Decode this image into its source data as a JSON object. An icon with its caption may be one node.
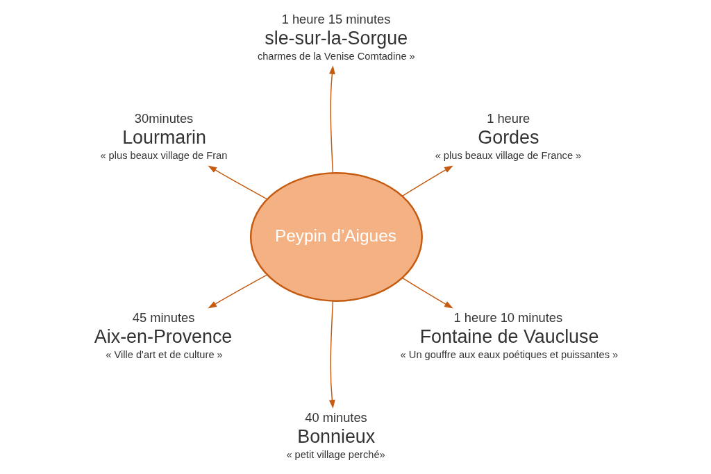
{
  "diagram": {
    "nodes": [
      {
        "text": [
          "Peypin d’Aigues"
        ]
      },
      {
        "text": [
          "1 heure",
          "Gordes",
          "« plus beaux village de France »"
        ]
      },
      {
        "text": [
          "1 heure 15 minutes",
          "sle-sur-la-Sorgue",
          "charmes de la Venise Comtadine »"
        ]
      },
      {
        "text": [
          "30minutes",
          "Lourmarin",
          "« plus beaux village de Fran"
        ]
      },
      {
        "text": [
          "45 minutes",
          "Aix-en-Provence",
          "« Ville d'art et de culture »"
        ]
      },
      {
        "text": [
          "40 minutes",
          "Bonnieux",
          "« petit village perché»"
        ]
      },
      {
        "text": [
          "1 heure 10 minutes",
          "Fontaine de Vaucluse",
          "« Un gouffre aux eaux poétiques et puissantes »"
        ]
      }
    ],
    "edges": [
      {
        "from": 0,
        "to": 1,
        "arrow": "to"
      },
      {
        "from": 0,
        "to": 2,
        "arrow": "to"
      },
      {
        "from": 0,
        "to": 3,
        "arrow": "to"
      },
      {
        "from": 0,
        "to": 4,
        "arrow": "to"
      },
      {
        "from": 0,
        "to": 5,
        "arrow": "to"
      },
      {
        "from": 0,
        "to": 6,
        "arrow": "to"
      }
    ]
  }
}
